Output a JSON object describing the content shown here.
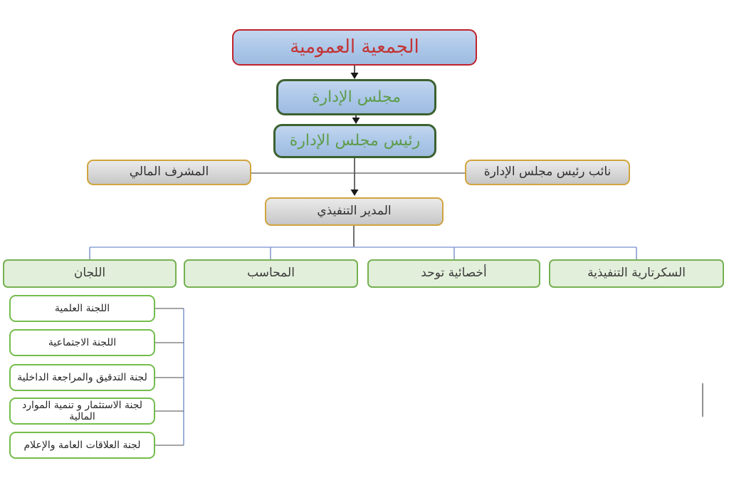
{
  "diagram": {
    "type": "org-chart",
    "language": "ar",
    "nodes": {
      "general_assembly": {
        "label": "الجمعية العمومية"
      },
      "board": {
        "label": "مجلس الإدارة"
      },
      "chairman": {
        "label": "رئيس مجلس الإدارة"
      },
      "financial_supervisor": {
        "label": "المشرف المالي"
      },
      "vice_chairman": {
        "label": "نائب رئيس مجلس الإدارة"
      },
      "executive_director": {
        "label": "المدير التنفيذي"
      },
      "committees": {
        "label": "اللجان"
      },
      "accountant": {
        "label": "المحاسب"
      },
      "autism_specialist": {
        "label": "أخصائية توحد"
      },
      "executive_secretariat": {
        "label": "السكرتارية التنفيذية"
      },
      "committee_scientific": {
        "label": "اللجنة العلمية"
      },
      "committee_social": {
        "label": "اللجنة الاجتماعية"
      },
      "committee_audit": {
        "label": "لجنة التدقيق والمراجعة الداخلية"
      },
      "committee_investment": {
        "label": "لجنة الاستثمار و تنمية الموارد المالية"
      },
      "committee_media": {
        "label": "لجنة العلاقات العامة والإعلام"
      }
    },
    "colors": {
      "blue_fill_top": "#c3d6ee",
      "blue_fill_bottom": "#9fbbdf",
      "red_border": "#c0222c",
      "red_text": "#c23434",
      "dark_green_border": "#3c6130",
      "green_text": "#5e9c4a",
      "gray_fill_top": "#eaeaea",
      "gray_fill_bottom": "#c6c6c6",
      "gold_border": "#d0a43e",
      "light_green_fill": "#e2efda",
      "light_green_border": "#76b153",
      "committee_border": "#74bd4c",
      "connector_black": "#2b2b2b",
      "connector_gray": "#595959",
      "connector_blue": "#8ba3d9"
    }
  }
}
